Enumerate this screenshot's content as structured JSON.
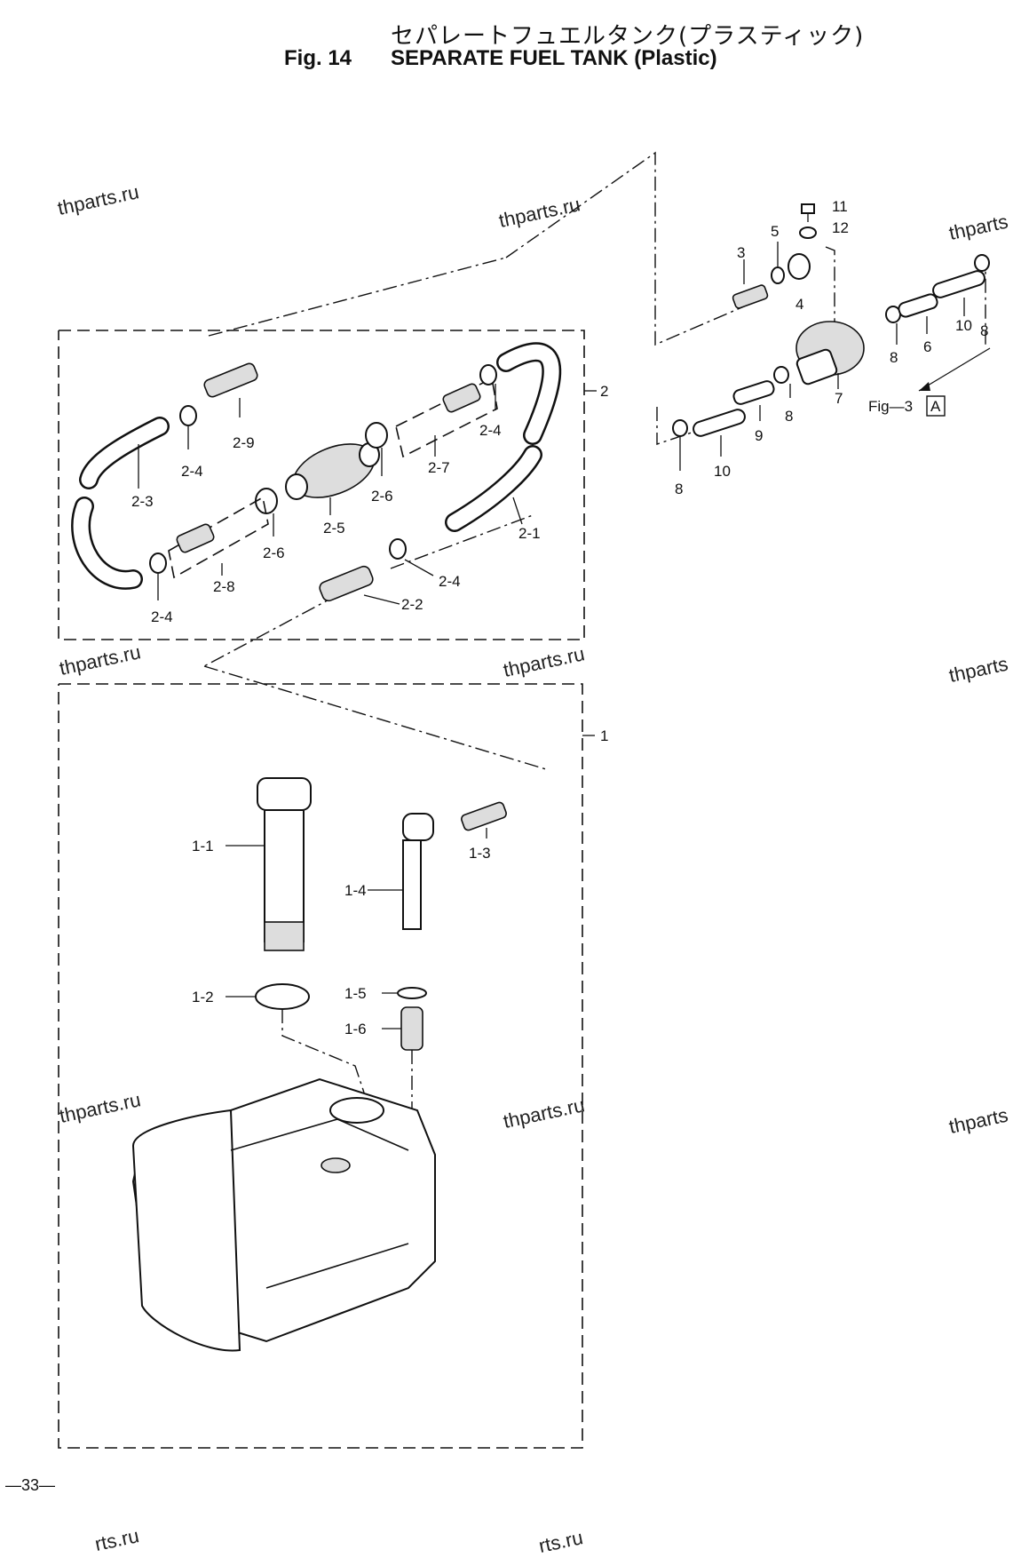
{
  "header": {
    "title_jp": "セパレートフュエルタンク(プラスティック)",
    "fig_no": "Fig. 14",
    "title_en": "SEPARATE FUEL TANK (Plastic)"
  },
  "watermark": "thparts.ru",
  "watermark_partial": "thparts",
  "watermark_bottom": "rts.ru",
  "page_number": "—33—",
  "assembly_labels": {
    "hose_assy": "2",
    "tank_assy": "1"
  },
  "reference": {
    "text": "Fig—3",
    "box": "A"
  },
  "callouts": {
    "p11": "11",
    "p12": "12",
    "p3": "3",
    "p5": "5",
    "p4": "4",
    "p8a": "8",
    "p6": "6",
    "p10a": "10",
    "p8b": "8",
    "p7": "7",
    "p8c": "8",
    "p9": "9",
    "p8d": "8",
    "p10b": "10",
    "p2_9": "2-9",
    "p2_4a": "2-4",
    "p2_3": "2-3",
    "p2_5": "2-5",
    "p2_6a": "2-6",
    "p2_7": "2-7",
    "p2_4b": "2-4",
    "p2_1": "2-1",
    "p2_6b": "2-6",
    "p2_8": "2-8",
    "p2_4c": "2-4",
    "p2_4d": "2-4",
    "p2_2": "2-2",
    "p1_1": "1-1",
    "p1_2": "1-2",
    "p1_3": "1-3",
    "p1_4": "1-4",
    "p1_5": "1-5",
    "p1_6": "1-6"
  }
}
